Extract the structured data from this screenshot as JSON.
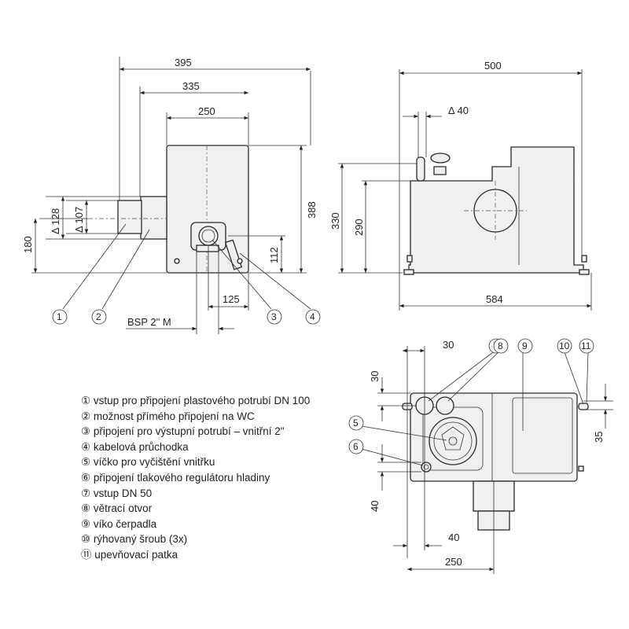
{
  "dimensions": {
    "side_width_395": "395",
    "side_width_335": "335",
    "side_width_250": "250",
    "side_height_388": "388",
    "side_dia_128": "Δ 128",
    "side_dia_107": "Δ 107",
    "side_height_180": "180",
    "side_height_112": "112",
    "side_offset_125": "125",
    "side_thread": "BSP 2\" M",
    "front_width_500": "500",
    "front_dia_40": "Δ 40",
    "front_height_330": "330",
    "front_height_290": "290",
    "front_width_584": "584",
    "top_offset_30_h": "30",
    "top_offset_30_v": "30",
    "top_offset_35": "35",
    "top_offset_40_v": "40",
    "top_offset_40_h": "40",
    "top_width_250": "250"
  },
  "callouts": [
    "1",
    "2",
    "3",
    "4",
    "5",
    "6",
    "7",
    "8",
    "9",
    "10",
    "11"
  ],
  "legend": [
    "① vstup pro připojení plastového potrubí DN 100",
    "② možnost přímého připojení na WC",
    "③ připojení pro výstupní potrubí – vnitřní 2\"",
    "④ kabelová průchodka",
    "⑤ víčko pro vyčištění vnitřku",
    "⑥ připojení tlakového regulátoru hladiny",
    "⑦ vstup DN 50",
    "⑧ větrací otvor",
    "⑨ víko čerpadla",
    "⑩ rýhovaný šroub (3x)",
    "⑪ upevňovací patka"
  ]
}
